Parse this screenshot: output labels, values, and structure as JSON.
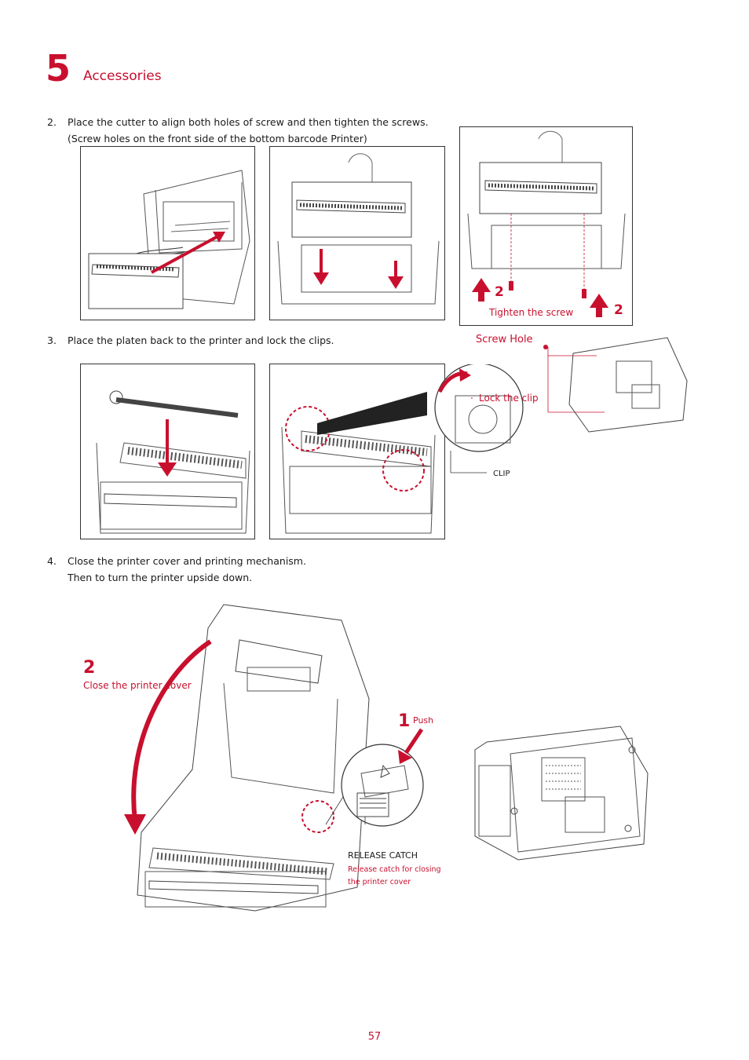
{
  "chapter": {
    "number": "5",
    "title": "Accessories"
  },
  "steps": {
    "s2": {
      "num": "2.",
      "line1": "Place the cutter to align both holes of screw and then tighten the screws.",
      "line2": "(Screw holes on the front side of the bottom barcode Printer)"
    },
    "s3": {
      "num": "3.",
      "line1": "Place the platen back to the printer and lock the clips."
    },
    "s4": {
      "num": "4.",
      "line1": "Close the printer cover and printing mechanism.",
      "line2": "Then to turn the printer upside down."
    }
  },
  "labels": {
    "tighten_screw": "Tighten the screw",
    "screw_num_left": "2",
    "screw_num_right": "2",
    "screw_hole": "Screw Hole",
    "lock_clip": "Lock the clip",
    "clip": "CLIP",
    "close_cover_num": "2",
    "close_cover": "Close the printer cover",
    "push_num": "1",
    "push": "Push",
    "release_catch": "RELEASE CATCH",
    "release_desc_1": "Release catch for closing",
    "release_desc_2": "the printer cover"
  },
  "colors": {
    "accent": "#c8102e",
    "line": "#333333"
  },
  "page_number": "57"
}
